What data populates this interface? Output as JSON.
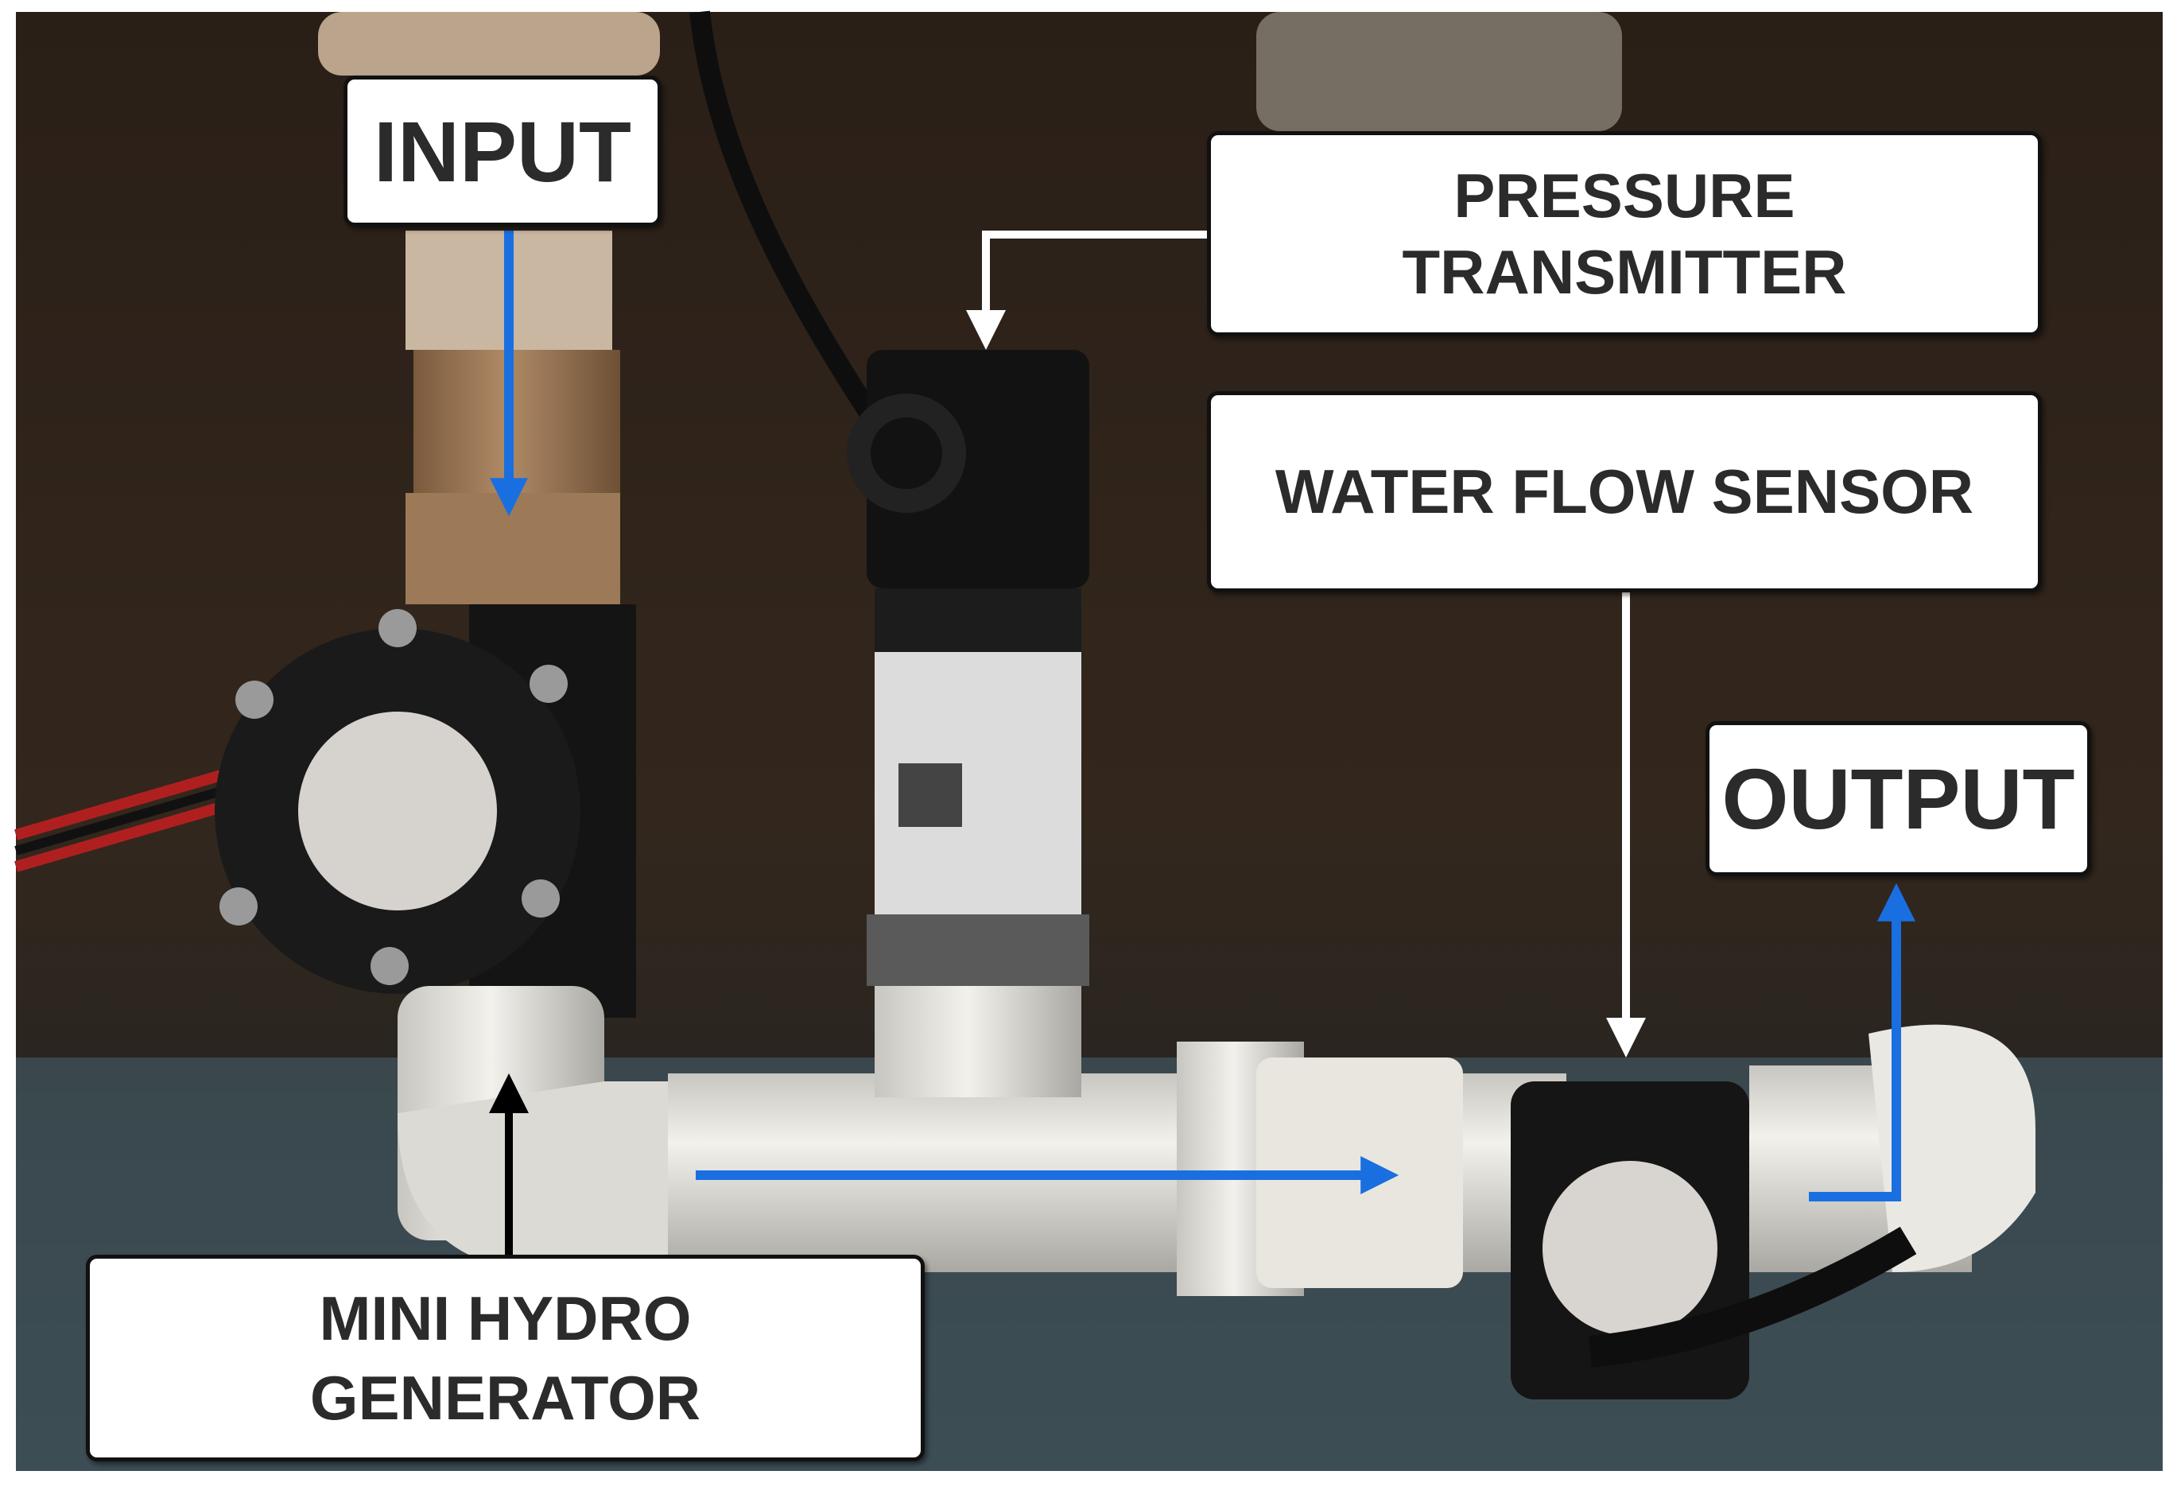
{
  "labels": {
    "input": "INPUT",
    "pressure_transmitter": "PRESSURE\nTRANSMITTER",
    "water_flow_sensor": "WATER FLOW SENSOR",
    "output": "OUTPUT",
    "mini_hydro_generator": "MINI HYDRO\nGENERATOR"
  },
  "colors": {
    "flow_arrow": "#1a6fe0",
    "callout_white": "#ffffff",
    "callout_black": "#000000",
    "background_wall": "#2d2219",
    "floor": "#3d4f56",
    "pipe": "#e6e4de"
  },
  "icons": {
    "flow_arrow": "arrow-icon"
  }
}
